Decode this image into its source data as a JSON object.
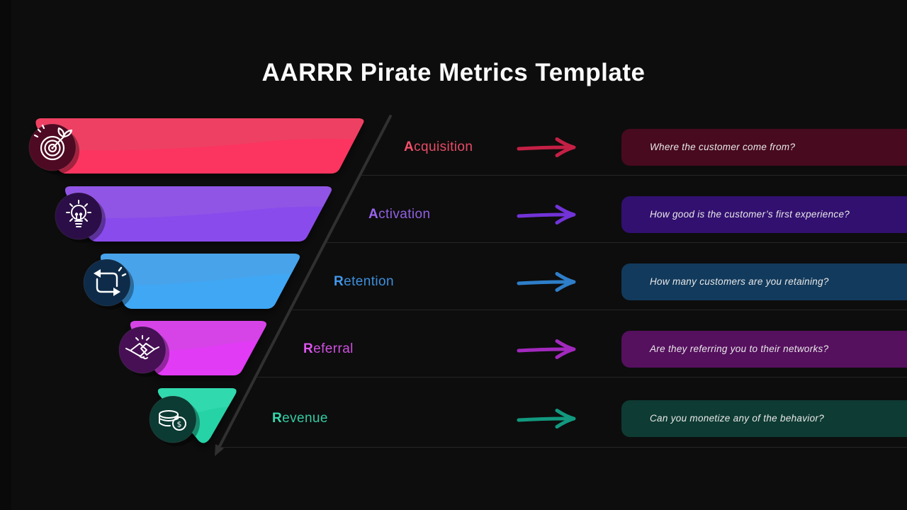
{
  "title": "AARRR Pirate Metrics Template",
  "palette": {
    "background": "#0d0d0d",
    "separator_line": "#262626",
    "funnel_axis_line": "#303030",
    "title_color": "#fafafa",
    "description_text_color": "#e9e9e9"
  },
  "rows": [
    {
      "id": "acquisition",
      "label": "Acquisition",
      "initial": "A",
      "rest": "cquisition",
      "description": "Where the customer come from?",
      "label_color": "#f8506d",
      "arrow_color": "#c42045",
      "box_color": "#470a1e",
      "segment_color": "#fb3560",
      "segment_top_color": "#ee4063",
      "icon": "target-icon",
      "icon_bg": "#4f0a23"
    },
    {
      "id": "activation",
      "label": "Activation",
      "initial": "A",
      "rest": "ctivation",
      "description": "How good is the customer’s first experience?",
      "label_color": "#9c66f2",
      "arrow_color": "#7233d8",
      "box_color": "#321070",
      "segment_color": "#8a4bec",
      "segment_top_color": "#9155e5",
      "icon": "lightbulb-icon",
      "icon_bg": "#2b0e47"
    },
    {
      "id": "retention",
      "label": "Retention",
      "initial": "R",
      "rest": "etention",
      "description": "How many customers are you retaining?",
      "label_color": "#4199ec",
      "arrow_color": "#2e7ec9",
      "box_color": "#123a5c",
      "segment_color": "#3fa7f5",
      "segment_top_color": "#48a3ea",
      "icon": "repeat-cycle-icon",
      "icon_bg": "#0e2c49"
    },
    {
      "id": "referral",
      "label": "Referral",
      "initial": "R",
      "rest": "eferral",
      "description": "Are they referring you to their networks?",
      "label_color": "#de55f0",
      "arrow_color": "#a229be",
      "box_color": "#55105e",
      "segment_color": "#e23af6",
      "segment_top_color": "#d644e8",
      "icon": "handshake-icon",
      "icon_bg": "#471055"
    },
    {
      "id": "revenue",
      "label": "Revenue",
      "initial": "R",
      "rest": "evenue",
      "description": "Can you monetize any of the behavior?",
      "label_color": "#36d9ae",
      "arrow_color": "#12997f",
      "box_color": "#0e3b33",
      "segment_color": "#26d3a6",
      "segment_top_color": "#31d9ae",
      "icon": "coins-icon",
      "icon_bg": "#0c3b33",
      "icon_symbol": "$"
    }
  ]
}
